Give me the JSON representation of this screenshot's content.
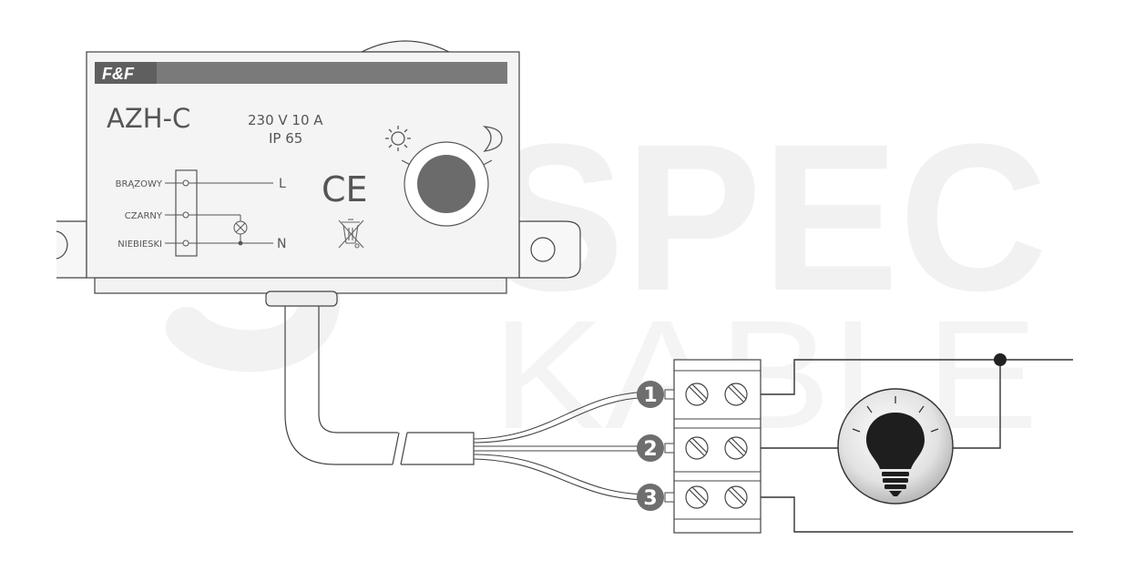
{
  "device": {
    "brand": "F&F",
    "model": "AZH-C",
    "rating": "230 V  10 A",
    "protection": "IP 65",
    "ce_mark": "CE",
    "terminal_labels": {
      "brown": "BRĄZOWY",
      "black": "CZARNY",
      "blue": "NIEBIESKI",
      "line": "L",
      "neutral": "N"
    },
    "knob_icons": [
      "sun-icon",
      "moon-icon"
    ]
  },
  "wires": [
    {
      "number": "1"
    },
    {
      "number": "2"
    },
    {
      "number": "3"
    }
  ],
  "watermark": {
    "line1": "SPEC",
    "line2": "KABLE"
  },
  "colors": {
    "panel_bg": "#f4f4f4",
    "outline": "#333333",
    "brand_bar": "#7a7a7a",
    "knob": "#6b6b6b",
    "badge": "#6e6e6e",
    "watermark": "#f1f1f1"
  },
  "load_icon": "light-bulb-icon"
}
